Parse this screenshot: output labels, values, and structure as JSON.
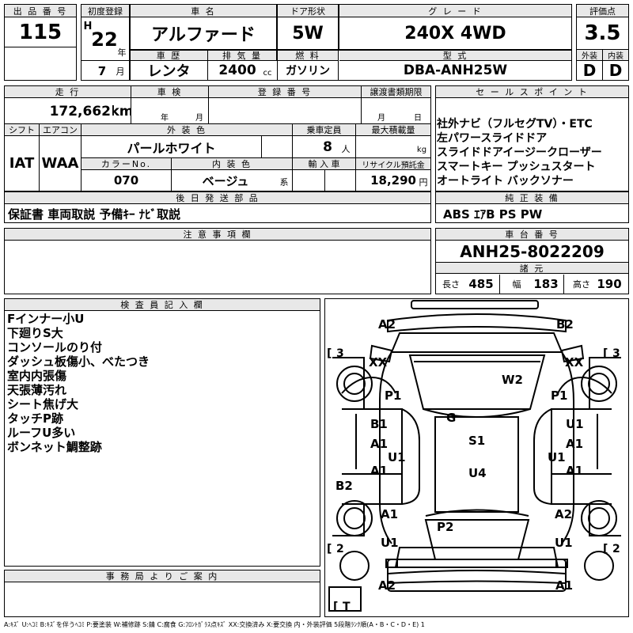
{
  "header": {
    "lot_no_label": "出 品 番 号",
    "lot_no": "115",
    "first_reg_label": "初度登録",
    "era": "H",
    "year": "22",
    "year_unit": "年",
    "month": "7",
    "month_unit": "月",
    "car_name_label": "車 名",
    "car_name": "アルファード",
    "door_label": "ドア形状",
    "door": "5W",
    "grade_label": "グ レ ー ド",
    "grade": "240X 4WD",
    "score_label": "評価点",
    "score": "3.5",
    "exterior_label": "外装",
    "interior_label": "内装",
    "exterior": "D",
    "interior": "D",
    "history_label": "車 歴",
    "history": "レンタ",
    "displacement_label": "排 気 量",
    "displacement": "2400",
    "displacement_unit": "cc",
    "fuel_label": "燃 料",
    "fuel": "ガソリン",
    "model_label": "型 式",
    "model": "DBA-ANH25W"
  },
  "row2": {
    "mileage_label": "走 行",
    "mileage": "172,662",
    "mileage_unit": "km",
    "inspection_label": "車 検",
    "insp_year_unit": "年",
    "insp_month_unit": "月",
    "reg_no_label": "登 録 番 号",
    "transfer_label": "譲渡書類期限",
    "transfer_month_unit": "月",
    "transfer_day_unit": "日",
    "sales_label": "セ ー ル ス ポ イ ン ト",
    "sales_points": [
      "社外ナビ（フルセグTV）・ETC",
      "左パワースライドドア",
      "スライドドアイージークローザー",
      "スマートキー プッシュスタート",
      "オートライト バックソナー"
    ],
    "shift_label": "シフト",
    "shift": "IAT",
    "ac_label": "エアコン",
    "ac": "WAA",
    "ext_color_label": "外 装 色",
    "ext_color": "パールホワイト",
    "capacity_label": "乗車定員",
    "capacity": "8",
    "capacity_unit": "人",
    "load_label": "最大積載量",
    "load_unit": "kg",
    "color_no_label": "カラーNo.",
    "color_no": "070",
    "int_color_label": "内 装 色",
    "int_color": "ベージュ",
    "int_color_unit": "系",
    "import_label": "輸 入 車",
    "recycle_label": "リサイクル預託金",
    "recycle": "18,290",
    "recycle_unit": "円"
  },
  "parts": {
    "label": "後 日 発 送 部 品",
    "value": "保証書 車両取説 予備ｷｰ ﾅﾋﾞ取説",
    "genuine_label": "純 正 装 備",
    "genuine": "ABS ｴｱB PS PW"
  },
  "notes": {
    "label": "注 意 事 項 欄"
  },
  "chassis": {
    "label": "車 台 番 号",
    "value": "ANH25-8022209",
    "spec_label": "諸 元",
    "length_label": "長さ",
    "length": "485",
    "width_label": "幅",
    "width": "183",
    "height_label": "高さ",
    "height": "190"
  },
  "inspector": {
    "label": "検 査 員 記 入 欄",
    "lines": [
      "Fインナー小U",
      "下廻りS大",
      "コンソールのり付",
      "ダッシュ板傷小、べたつき",
      "室内内張傷",
      "天張薄汚れ",
      "シート焦げ大",
      "タッチP跡",
      "ルーフU多い",
      "ボンネット鯛整跡"
    ]
  },
  "office": {
    "label": "事 務 局 よ り ご 案 内"
  },
  "diagram": {
    "marks": {
      "a2_front_left": "A2",
      "b2_front_right": "B2",
      "xx_left": "XX",
      "xx_right": "XX",
      "p1_left": "P1",
      "p1_right": "P1",
      "w2": "W2",
      "g": "G",
      "b1_left": "B1",
      "a1_left_1": "A1",
      "u1_left_1": "U1",
      "u1_right_top": "U1",
      "a1_right_1": "A1",
      "u1_right_1": "U1",
      "s1": "S1",
      "a1_left_2": "A1",
      "u4": "U4",
      "a1_right_2": "A1",
      "b2_left": "B2",
      "a1_left_3": "A1",
      "u1_left_3": "U1",
      "p2": "P2",
      "a2_right": "A2",
      "u1_right_3": "U1",
      "a2_rear": "A2",
      "a1_rear": "A1"
    },
    "tires": {
      "fl": "3",
      "fr": "3",
      "rl": "2",
      "rr": "2",
      "spare": "T"
    }
  },
  "legend": "A:ｷｽﾞ U:ﾍｺﾐ B:ｷｽﾞを伴うﾍｺﾐ P:要塗装 W:補修跡 S:錆 C:腐食 G:ﾌﾛﾝﾄｶﾞﾗｽ点ｷｽﾞ XX:交換済み X:要交換 内・外装評価 5段階ﾗﾝｸ順(A・B・C・D・E) 1"
}
